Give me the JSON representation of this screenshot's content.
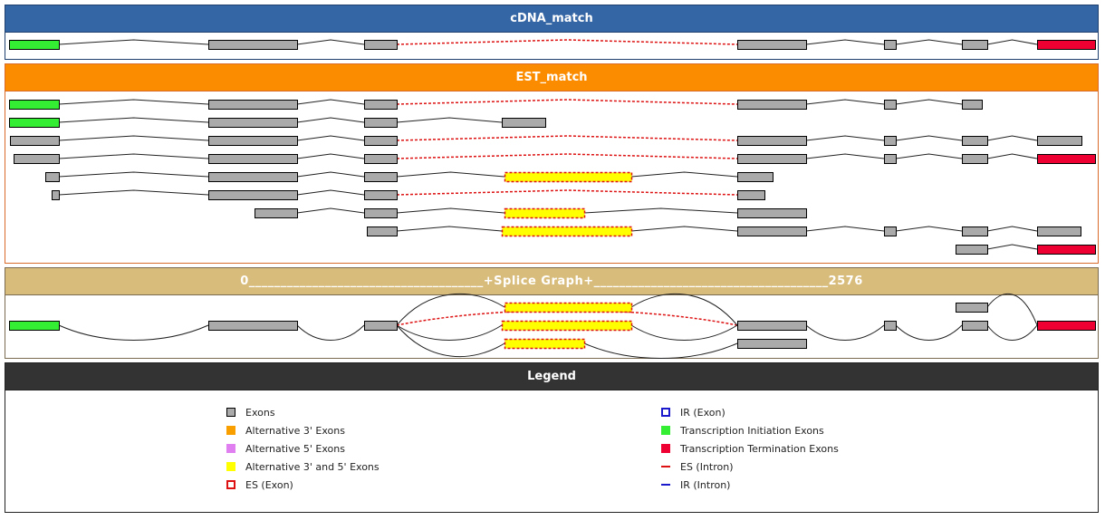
{
  "colors": {
    "exon": "#aaaaaa",
    "initiation": "#33ee33",
    "termination": "#ee0033",
    "alt35": "#ffff00",
    "es": "#dd1111",
    "intron": "#000000",
    "cdna_header": "#3465a4",
    "est_header": "#fb8c00",
    "splice_header": "#d8bc7c",
    "legend_header": "#333333"
  },
  "cdna": {
    "title": "cDNA_match",
    "tracks": [
      {
        "exons": [
          {
            "s": 10,
            "e": 65,
            "type": "init"
          },
          {
            "s": 230,
            "e": 328,
            "type": "exon"
          },
          {
            "s": 402,
            "e": 438,
            "type": "exon"
          },
          {
            "s": 814,
            "e": 890,
            "type": "exon"
          },
          {
            "s": 976,
            "e": 989,
            "type": "exon"
          },
          {
            "s": 1062,
            "e": 1090,
            "type": "exon"
          },
          {
            "s": 1145,
            "e": 1209,
            "type": "term"
          }
        ],
        "introns": [
          "n",
          "n",
          "es",
          "n",
          "n",
          "n"
        ]
      }
    ]
  },
  "est": {
    "title": "EST_match",
    "tracks": [
      {
        "exons": [
          {
            "s": 10,
            "e": 65,
            "type": "init"
          },
          {
            "s": 230,
            "e": 328,
            "type": "exon"
          },
          {
            "s": 402,
            "e": 438,
            "type": "exon"
          },
          {
            "s": 814,
            "e": 890,
            "type": "exon"
          },
          {
            "s": 976,
            "e": 989,
            "type": "exon"
          },
          {
            "s": 1062,
            "e": 1084,
            "type": "exon"
          }
        ],
        "introns": [
          "n",
          "n",
          "es",
          "n",
          "n"
        ]
      },
      {
        "exons": [
          {
            "s": 10,
            "e": 65,
            "type": "init"
          },
          {
            "s": 230,
            "e": 328,
            "type": "exon"
          },
          {
            "s": 402,
            "e": 438,
            "type": "exon"
          },
          {
            "s": 554,
            "e": 602,
            "type": "exon"
          }
        ],
        "introns": [
          "n",
          "n",
          "n"
        ]
      },
      {
        "exons": [
          {
            "s": 11,
            "e": 65,
            "type": "exon"
          },
          {
            "s": 230,
            "e": 328,
            "type": "exon"
          },
          {
            "s": 402,
            "e": 438,
            "type": "exon"
          },
          {
            "s": 814,
            "e": 890,
            "type": "exon"
          },
          {
            "s": 976,
            "e": 989,
            "type": "exon"
          },
          {
            "s": 1062,
            "e": 1090,
            "type": "exon"
          },
          {
            "s": 1145,
            "e": 1194,
            "type": "exon"
          }
        ],
        "introns": [
          "n",
          "n",
          "es",
          "n",
          "n",
          "n"
        ]
      },
      {
        "exons": [
          {
            "s": 15,
            "e": 65,
            "type": "exon"
          },
          {
            "s": 230,
            "e": 328,
            "type": "exon"
          },
          {
            "s": 402,
            "e": 438,
            "type": "exon"
          },
          {
            "s": 814,
            "e": 890,
            "type": "exon"
          },
          {
            "s": 976,
            "e": 989,
            "type": "exon"
          },
          {
            "s": 1062,
            "e": 1090,
            "type": "exon"
          },
          {
            "s": 1145,
            "e": 1209,
            "type": "term"
          }
        ],
        "introns": [
          "n",
          "n",
          "es",
          "n",
          "n",
          "n"
        ]
      },
      {
        "exons": [
          {
            "s": 50,
            "e": 65,
            "type": "exon"
          },
          {
            "s": 230,
            "e": 328,
            "type": "exon"
          },
          {
            "s": 402,
            "e": 438,
            "type": "exon"
          },
          {
            "s": 557,
            "e": 697,
            "type": "alt35es"
          },
          {
            "s": 814,
            "e": 853,
            "type": "exon"
          }
        ],
        "introns": [
          "n",
          "n",
          "n",
          "n"
        ]
      },
      {
        "exons": [
          {
            "s": 57,
            "e": 65,
            "type": "exon"
          },
          {
            "s": 230,
            "e": 328,
            "type": "exon"
          },
          {
            "s": 402,
            "e": 438,
            "type": "exon"
          },
          {
            "s": 814,
            "e": 844,
            "type": "exon"
          }
        ],
        "introns": [
          "n",
          "n",
          "es"
        ]
      },
      {
        "exons": [
          {
            "s": 281,
            "e": 328,
            "type": "exon"
          },
          {
            "s": 402,
            "e": 438,
            "type": "exon"
          },
          {
            "s": 557,
            "e": 645,
            "type": "alt35es"
          },
          {
            "s": 814,
            "e": 890,
            "type": "exon"
          }
        ],
        "introns": [
          "n",
          "n",
          "n"
        ]
      },
      {
        "exons": [
          {
            "s": 405,
            "e": 438,
            "type": "exon"
          },
          {
            "s": 554,
            "e": 697,
            "type": "alt35es"
          },
          {
            "s": 814,
            "e": 890,
            "type": "exon"
          },
          {
            "s": 976,
            "e": 989,
            "type": "exon"
          },
          {
            "s": 1062,
            "e": 1090,
            "type": "exon"
          },
          {
            "s": 1145,
            "e": 1193,
            "type": "exon"
          }
        ],
        "introns": [
          "n",
          "n",
          "n",
          "n",
          "n"
        ]
      },
      {
        "exons": [
          {
            "s": 1055,
            "e": 1090,
            "type": "exon"
          },
          {
            "s": 1145,
            "e": 1209,
            "type": "term"
          }
        ],
        "introns": [
          "n"
        ]
      }
    ]
  },
  "splice": {
    "title": "0_____________________________________+Splice Graph+_____________________________________2576",
    "range_start": "0",
    "range_end": "2576",
    "nodes": [
      {
        "id": "a",
        "s": 10,
        "e": 65,
        "row": 1,
        "type": "init"
      },
      {
        "id": "b",
        "s": 230,
        "e": 328,
        "row": 1,
        "type": "exon"
      },
      {
        "id": "c",
        "s": 402,
        "e": 438,
        "row": 1,
        "type": "exon"
      },
      {
        "id": "d1",
        "s": 557,
        "e": 697,
        "row": 0,
        "type": "alt35es"
      },
      {
        "id": "d2",
        "s": 554,
        "e": 697,
        "row": 1,
        "type": "alt35es"
      },
      {
        "id": "d3",
        "s": 557,
        "e": 645,
        "row": 2,
        "type": "alt35es"
      },
      {
        "id": "f",
        "s": 814,
        "e": 890,
        "row": 1,
        "type": "exon"
      },
      {
        "id": "g",
        "s": 814,
        "e": 890,
        "row": 2,
        "type": "exon"
      },
      {
        "id": "h",
        "s": 976,
        "e": 989,
        "row": 1,
        "type": "exon"
      },
      {
        "id": "i1",
        "s": 1055,
        "e": 1090,
        "row": 0,
        "type": "exon"
      },
      {
        "id": "i2",
        "s": 1062,
        "e": 1090,
        "row": 1,
        "type": "exon"
      },
      {
        "id": "j",
        "s": 1145,
        "e": 1209,
        "row": 1,
        "type": "term"
      }
    ],
    "edges": [
      {
        "from": "a",
        "to": "b",
        "style": "n",
        "dir": "down"
      },
      {
        "from": "b",
        "to": "c",
        "style": "n",
        "dir": "down"
      },
      {
        "from": "c",
        "to": "d1",
        "style": "n",
        "dir": "up"
      },
      {
        "from": "c",
        "to": "d2",
        "style": "n",
        "dir": "down"
      },
      {
        "from": "c",
        "to": "d3",
        "style": "n",
        "dir": "down"
      },
      {
        "from": "c",
        "to": "f",
        "style": "es",
        "dir": "up"
      },
      {
        "from": "d1",
        "to": "f",
        "style": "n",
        "dir": "up"
      },
      {
        "from": "d2",
        "to": "f",
        "style": "n",
        "dir": "down"
      },
      {
        "from": "d3",
        "to": "g",
        "style": "n",
        "dir": "down"
      },
      {
        "from": "f",
        "to": "h",
        "style": "n",
        "dir": "down"
      },
      {
        "from": "h",
        "to": "i2",
        "style": "n",
        "dir": "down"
      },
      {
        "from": "i1",
        "to": "j",
        "style": "n",
        "dir": "up"
      },
      {
        "from": "i2",
        "to": "j",
        "style": "n",
        "dir": "down"
      }
    ]
  },
  "legend": {
    "title": "Legend",
    "left": [
      {
        "label": "Exons",
        "swatch": "exon"
      },
      {
        "label": "Alternative 3' Exons",
        "swatch": "alt3"
      },
      {
        "label": "Alternative 5' Exons",
        "swatch": "alt5"
      },
      {
        "label": "Alternative 3' and 5' Exons",
        "swatch": "alt35"
      },
      {
        "label": "ES (Exon)",
        "swatch": "esexon"
      }
    ],
    "right": [
      {
        "label": "IR (Exon)",
        "swatch": "irexon"
      },
      {
        "label": "Transcription Initiation Exons",
        "swatch": "init"
      },
      {
        "label": "Transcription Termination Exons",
        "swatch": "term"
      },
      {
        "label": "ES (Intron)",
        "swatch": "esintron"
      },
      {
        "label": "IR (Intron)",
        "swatch": "irintron"
      }
    ]
  }
}
